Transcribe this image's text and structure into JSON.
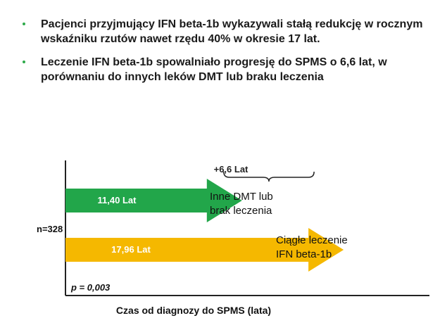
{
  "bullets": [
    {
      "text": "Pacjenci przyjmujący IFN beta-1b wykazywali stałą redukcję w rocznym wskaźniku rzutów nawet rzędu 40% w okresie 17 lat."
    },
    {
      "text": "Leczenie IFN beta-1b spowalniało progresję do SPMS o 6,6 lat, w porównaniu do innych leków DMT lub braku leczenia"
    }
  ],
  "colors": {
    "bullet": "#2eaa4a",
    "green_arrow": "#22a64a",
    "yellow_arrow": "#f5b800",
    "axis": "#222222"
  },
  "chart_data": {
    "type": "bar",
    "orientation": "horizontal",
    "series": [
      {
        "name": "Inne DMT lub brak leczenia",
        "value": 11.4,
        "value_label": "11,40 Lat",
        "color": "#22a64a"
      },
      {
        "name": "Ciągłe leczenie IFN beta-1b",
        "value": 17.96,
        "value_label": "17,96 Lat",
        "color": "#f5b800"
      }
    ],
    "difference_label": "+6,6  Lat",
    "n_label": "n=328",
    "p_label": "p = 0,003",
    "xlabel": "Czas od diagnozy do SPMS (lata)",
    "xlim": [
      0,
      23.5
    ],
    "grid": false
  }
}
